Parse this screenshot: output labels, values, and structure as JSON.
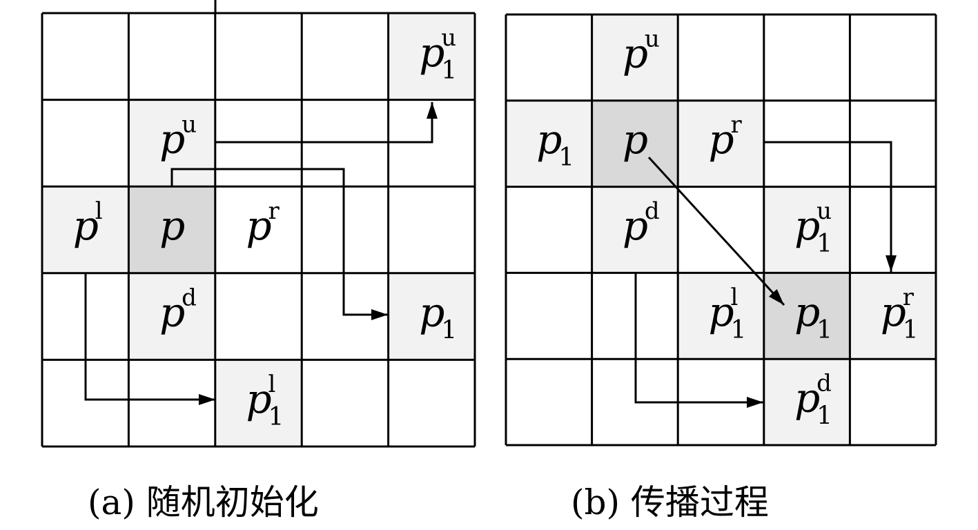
{
  "panel_a": {
    "caption": "(a) 随机初始化",
    "grid": {
      "rows": 5,
      "cols": 5
    },
    "cells": [
      {
        "row": 0,
        "col": 4,
        "shade": "light",
        "base": "p",
        "sup": "u",
        "sub": "1"
      },
      {
        "row": 1,
        "col": 1,
        "shade": "light",
        "base": "p",
        "sup": "u",
        "sub": ""
      },
      {
        "row": 2,
        "col": 0,
        "shade": "light",
        "base": "p",
        "sup": "l",
        "sub": ""
      },
      {
        "row": 2,
        "col": 1,
        "shade": "dark",
        "base": "p",
        "sup": "",
        "sub": ""
      },
      {
        "row": 2,
        "col": 2,
        "shade": "none",
        "base": "p",
        "sup": "r",
        "sub": ""
      },
      {
        "row": 3,
        "col": 1,
        "shade": "light",
        "base": "p",
        "sup": "d",
        "sub": ""
      },
      {
        "row": 3,
        "col": 4,
        "shade": "light",
        "base": "p",
        "sup": "",
        "sub": "1"
      },
      {
        "row": 4,
        "col": 2,
        "shade": "light",
        "base": "p",
        "sup": "l",
        "sub": "1"
      }
    ]
  },
  "panel_b": {
    "caption": "(b) 传播过程",
    "grid": {
      "rows": 5,
      "cols": 5
    },
    "cells": [
      {
        "row": 0,
        "col": 1,
        "shade": "light",
        "base": "p",
        "sup": "u",
        "sub": ""
      },
      {
        "row": 1,
        "col": 0,
        "shade": "light",
        "base": "p",
        "sup": "",
        "sub": "1"
      },
      {
        "row": 1,
        "col": 1,
        "shade": "dark",
        "base": "p",
        "sup": "",
        "sub": ""
      },
      {
        "row": 1,
        "col": 2,
        "shade": "light",
        "base": "p",
        "sup": "r",
        "sub": ""
      },
      {
        "row": 2,
        "col": 1,
        "shade": "light",
        "base": "p",
        "sup": "d",
        "sub": ""
      },
      {
        "row": 2,
        "col": 3,
        "shade": "light",
        "base": "p",
        "sup": "u",
        "sub": "1"
      },
      {
        "row": 3,
        "col": 2,
        "shade": "light",
        "base": "p",
        "sup": "l",
        "sub": "1"
      },
      {
        "row": 3,
        "col": 3,
        "shade": "dark",
        "base": "p",
        "sup": "",
        "sub": "1"
      },
      {
        "row": 3,
        "col": 4,
        "shade": "light",
        "base": "p",
        "sup": "r",
        "sub": "1"
      },
      {
        "row": 4,
        "col": 3,
        "shade": "light",
        "base": "p",
        "sup": "d",
        "sub": "1"
      }
    ]
  },
  "colors": {
    "line": "#000000",
    "shade_light": "#f2f2f2",
    "shade_dark": "#d9d9d9",
    "background": "#ffffff"
  }
}
